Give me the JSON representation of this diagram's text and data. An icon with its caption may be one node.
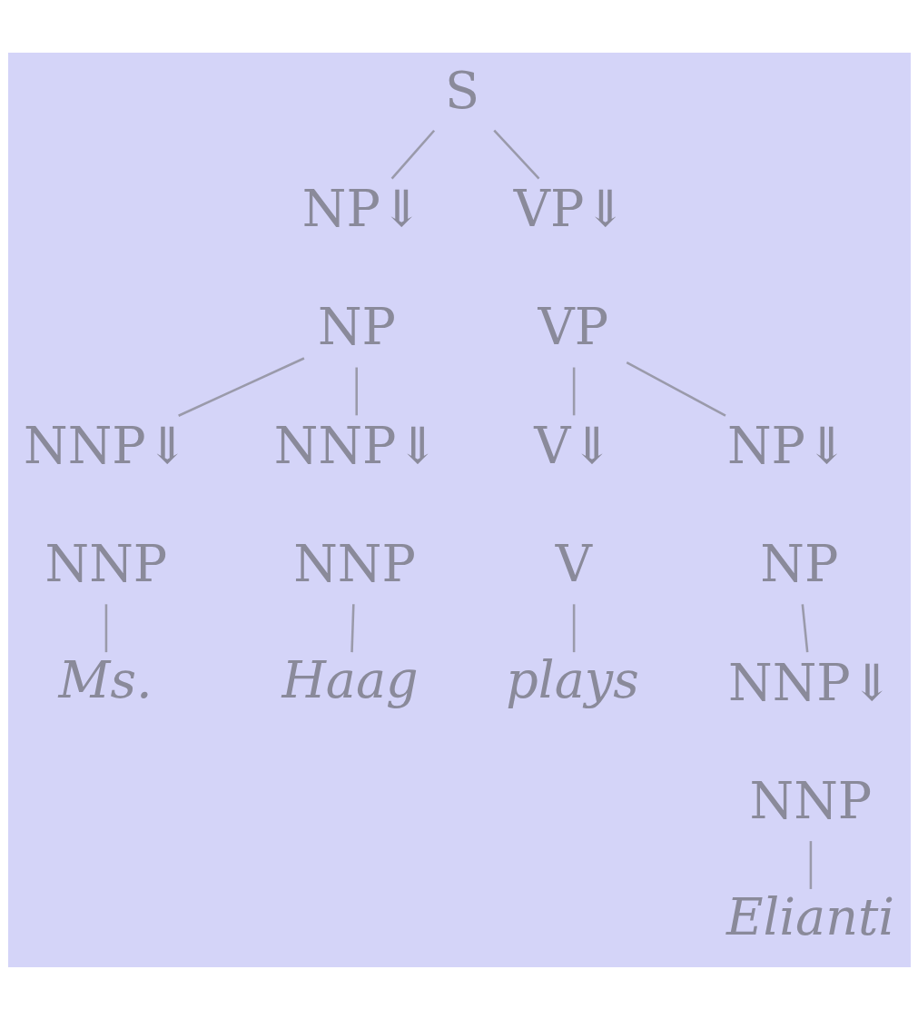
{
  "diagram": {
    "nodes": [
      {
        "text": [
          "S"
        ]
      },
      {
        "text": [
          "NP⇓"
        ]
      },
      {
        "text": [
          "VP⇓"
        ]
      },
      {
        "text": [
          "NP"
        ]
      },
      {
        "text": [
          "NNP⇓"
        ]
      },
      {
        "text": [
          "NNP⇓"
        ]
      },
      {
        "text": [
          "VP"
        ]
      },
      {
        "text": [
          "V⇓"
        ]
      },
      {
        "text": [
          "NP⇓"
        ]
      },
      {
        "text": [
          "NNP"
        ]
      },
      {
        "text": [
          "Ms."
        ]
      },
      {
        "text": [
          "NNP"
        ]
      },
      {
        "text": [
          "Haag"
        ]
      },
      {
        "text": [
          "V"
        ]
      },
      {
        "text": [
          "plays"
        ]
      },
      {
        "text": [
          "NP"
        ]
      },
      {
        "text": [
          "NNP⇓"
        ]
      },
      {
        "text": [
          "NNP"
        ]
      },
      {
        "text": [
          "Elianti"
        ]
      }
    ],
    "edges": [
      {
        "from": 0,
        "to": 1,
        "arrow": "none"
      },
      {
        "from": 0,
        "to": 2,
        "arrow": "none"
      },
      {
        "from": 3,
        "to": 4,
        "arrow": "none"
      },
      {
        "from": 3,
        "to": 5,
        "arrow": "none"
      },
      {
        "from": 6,
        "to": 7,
        "arrow": "none"
      },
      {
        "from": 6,
        "to": 8,
        "arrow": "none"
      },
      {
        "from": 9,
        "to": 10,
        "arrow": "none"
      },
      {
        "from": 11,
        "to": 12,
        "arrow": "none"
      },
      {
        "from": 13,
        "to": 14,
        "arrow": "none"
      },
      {
        "from": 15,
        "to": 16,
        "arrow": "none"
      },
      {
        "from": 17,
        "to": 18,
        "arrow": "none"
      }
    ]
  }
}
